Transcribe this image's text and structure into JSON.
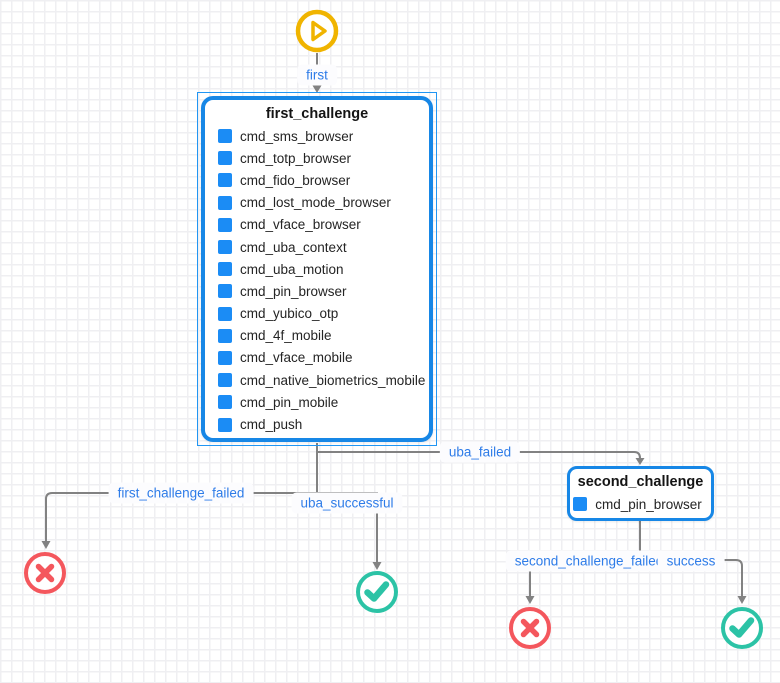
{
  "colors": {
    "node_border_blue": "#1787e6",
    "selection_blue": "#2196f3",
    "command_square_blue": "#1b8cf5",
    "edge_label_blue": "#2e7ce8",
    "edge_gray": "#828282",
    "start_yellow": "#f0b400",
    "fail_red": "#f4575d",
    "success_teal": "#2cc3a6",
    "grid_line": "#efeff2"
  },
  "nodes": {
    "first_challenge": {
      "title": "first_challenge",
      "items": [
        "cmd_sms_browser",
        "cmd_totp_browser",
        "cmd_fido_browser",
        "cmd_lost_mode_browser",
        "cmd_vface_browser",
        "cmd_uba_context",
        "cmd_uba_motion",
        "cmd_pin_browser",
        "cmd_yubico_otp",
        "cmd_4f_mobile",
        "cmd_vface_mobile",
        "cmd_native_biometrics_mobile",
        "cmd_pin_mobile",
        "cmd_push"
      ]
    },
    "second_challenge": {
      "title": "second_challenge",
      "items": [
        "cmd_pin_browser"
      ]
    }
  },
  "edge_labels": {
    "first": "first",
    "uba_failed": "uba_failed",
    "first_challenge_failed": "first_challenge_failed",
    "uba_successful": "uba_successful",
    "second_challenge_failed": "second_challenge_failed",
    "success": "success"
  }
}
